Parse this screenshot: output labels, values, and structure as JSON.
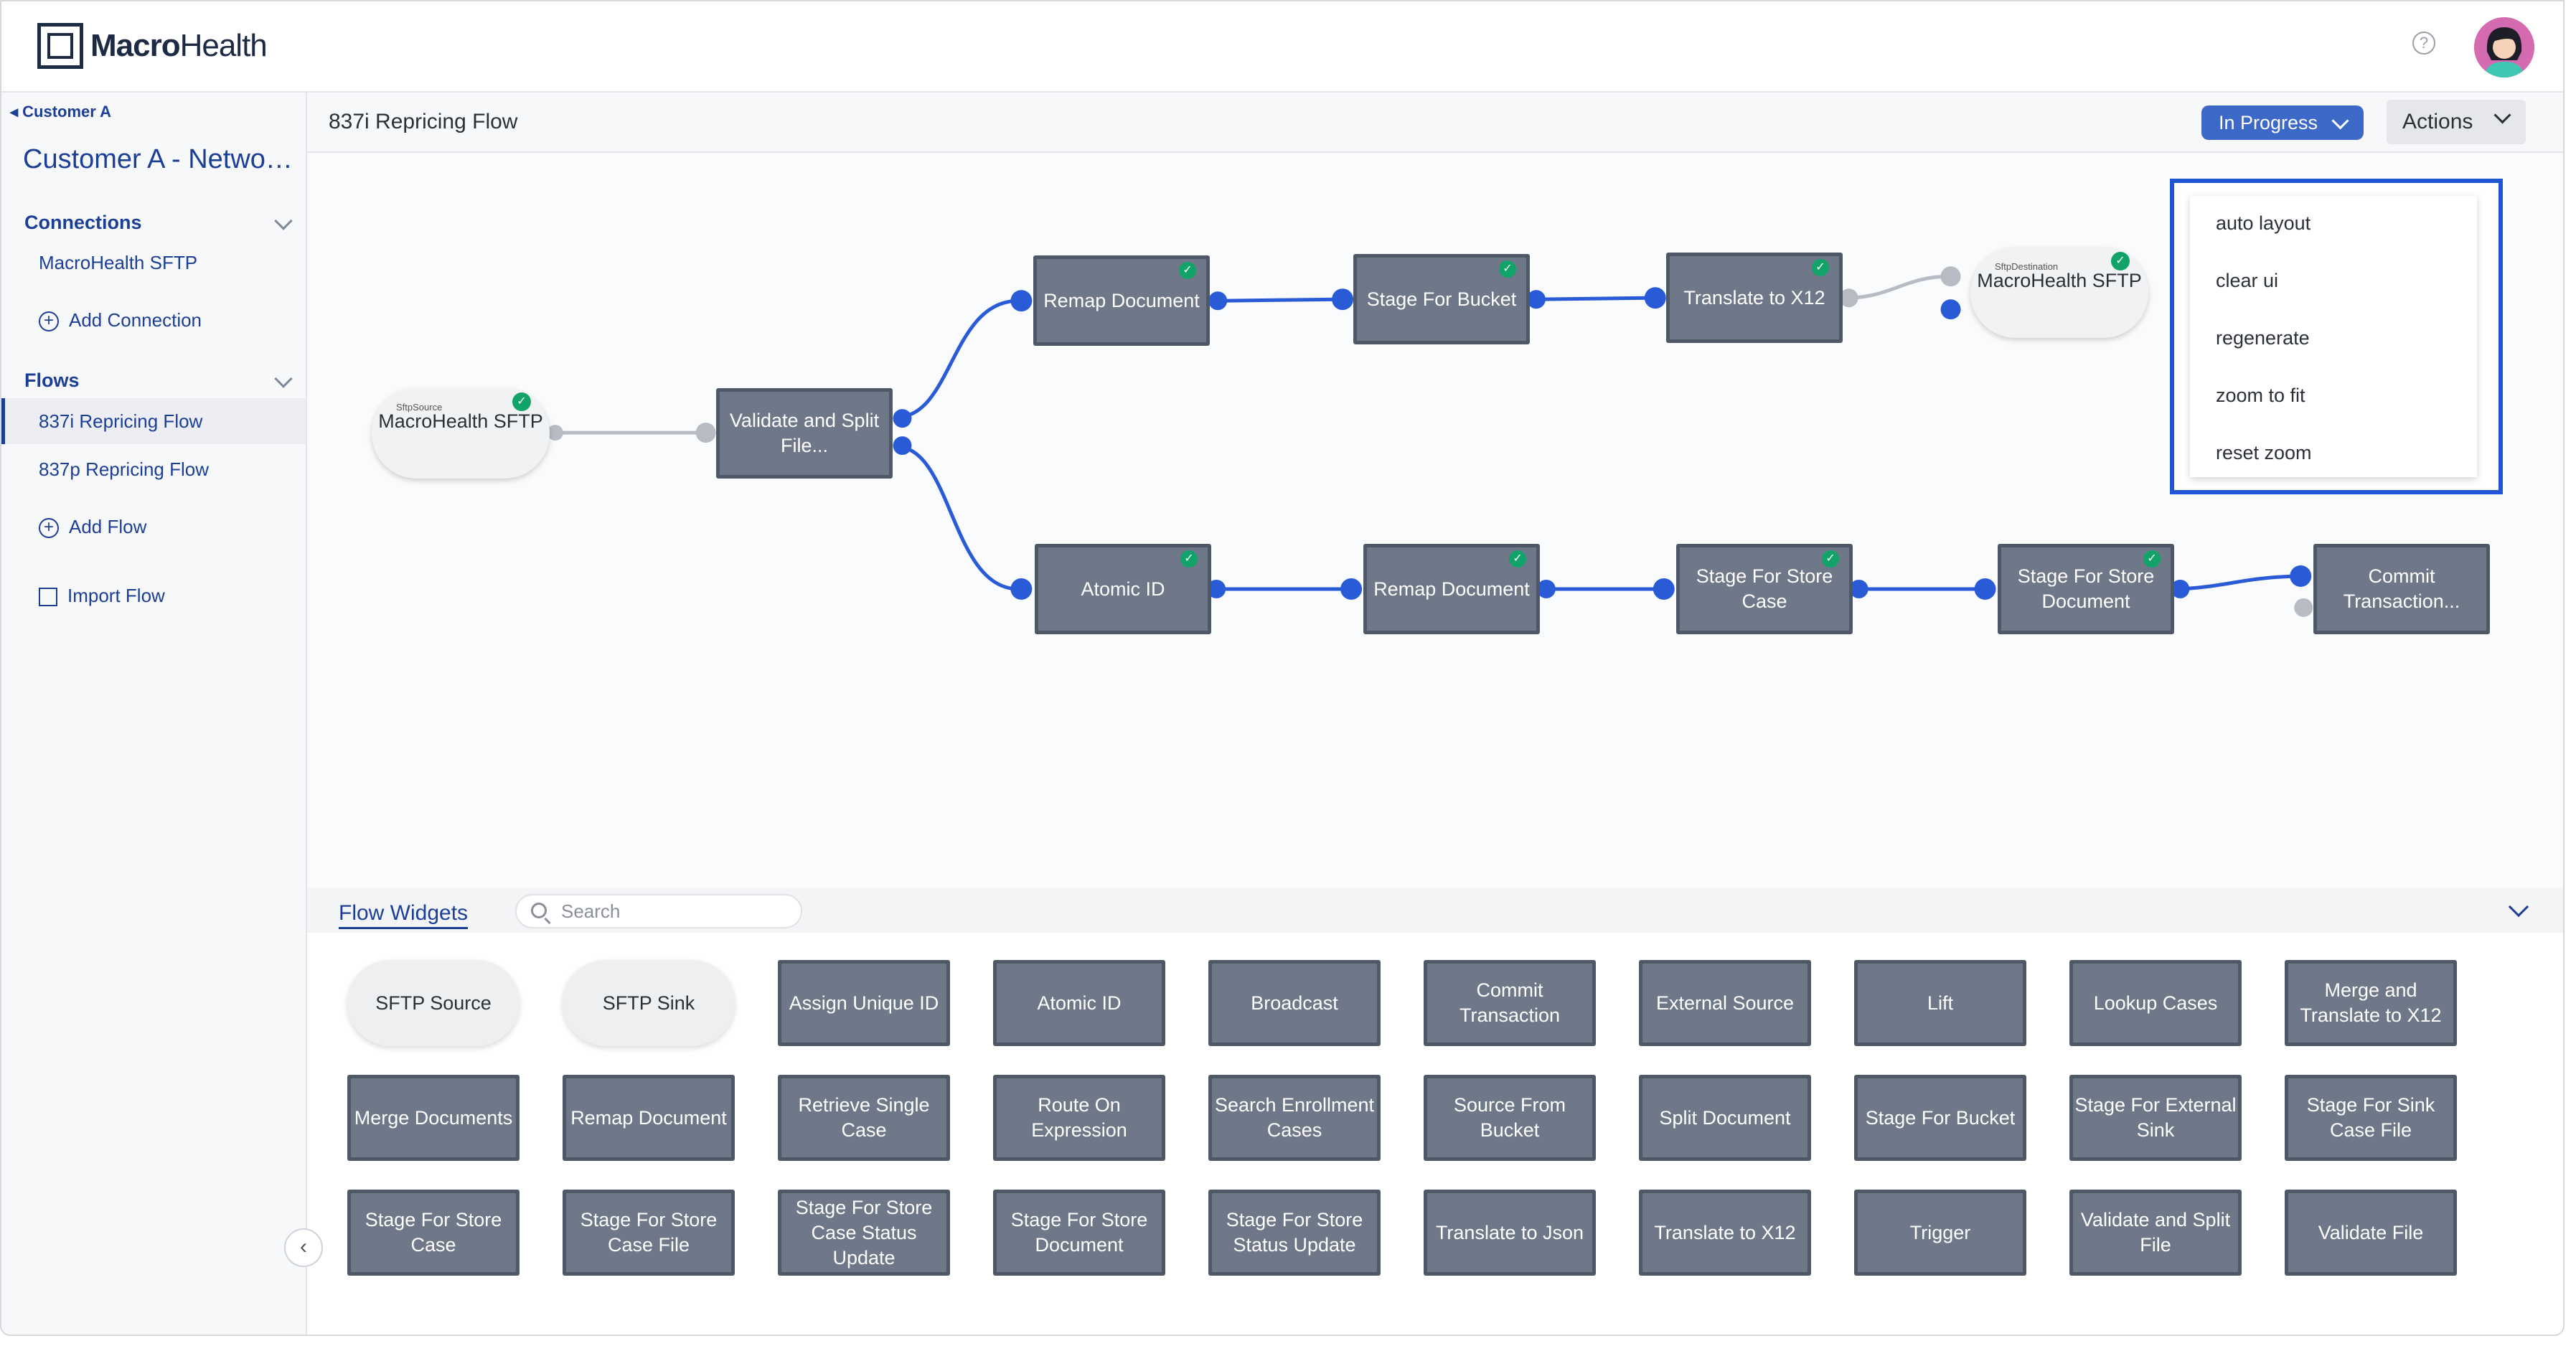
{
  "brand": {
    "name_bold": "Macro",
    "name_rest": "Health"
  },
  "topbar": {
    "help_glyph": "?"
  },
  "sidebar": {
    "back_label": "Customer A",
    "title": "Customer A - Network Config",
    "connections_label": "Connections",
    "connections": [
      {
        "label": "MacroHealth SFTP"
      }
    ],
    "add_connection": "Add Connection",
    "flows_label": "Flows",
    "flows": [
      {
        "label": "837i Repricing Flow"
      },
      {
        "label": "837p Repricing Flow"
      }
    ],
    "add_flow": "Add Flow",
    "import_flow": "Import Flow"
  },
  "flow": {
    "title": "837i Repricing Flow",
    "status": "In Progress",
    "actions": "Actions"
  },
  "nodes": {
    "source": {
      "type": "SftpSource",
      "label": "MacroHealth SFTP"
    },
    "validate": "Validate and Split File...",
    "remap1": "Remap Document",
    "stage_bucket": "Stage For Bucket",
    "translate": "Translate to X12",
    "dest": {
      "type": "SftpDestination",
      "label": "MacroHealth SFTP"
    },
    "atomic": "Atomic ID",
    "remap2": "Remap Document",
    "stage_case": "Stage For Store Case",
    "stage_doc": "Stage For Store Document",
    "commit": "Commit Transaction..."
  },
  "actions_menu": [
    "auto layout",
    "clear ui",
    "regenerate",
    "zoom to fit",
    "reset zoom"
  ],
  "widgets": {
    "tab": "Flow Widgets",
    "search_placeholder": "Search",
    "items": [
      "SFTP Source",
      "SFTP Sink",
      "Assign Unique ID",
      "Atomic ID",
      "Broadcast",
      "Commit Transaction",
      "External Source",
      "Lift",
      "Lookup Cases",
      "Merge and Translate to X12",
      "Merge Documents",
      "Remap Document",
      "Retrieve Single Case",
      "Route On Expression",
      "Search Enrollment Cases",
      "Source From Bucket",
      "Split Document",
      "Stage For Bucket",
      "Stage For External Sink",
      "Stage For Sink Case File",
      "Stage For Store Case",
      "Stage For Store Case File",
      "Stage For Store Case Status Update",
      "Stage For Store Document",
      "Stage For Store Status Update",
      "Translate to Json",
      "Translate to X12",
      "Trigger",
      "Validate and Split File",
      "Validate File"
    ]
  },
  "colors": {
    "accent": "#1c3f95",
    "edge": "#2a5bd7",
    "node": "#6f7888",
    "highlight": "#2255d6",
    "check": "#12a36a"
  }
}
